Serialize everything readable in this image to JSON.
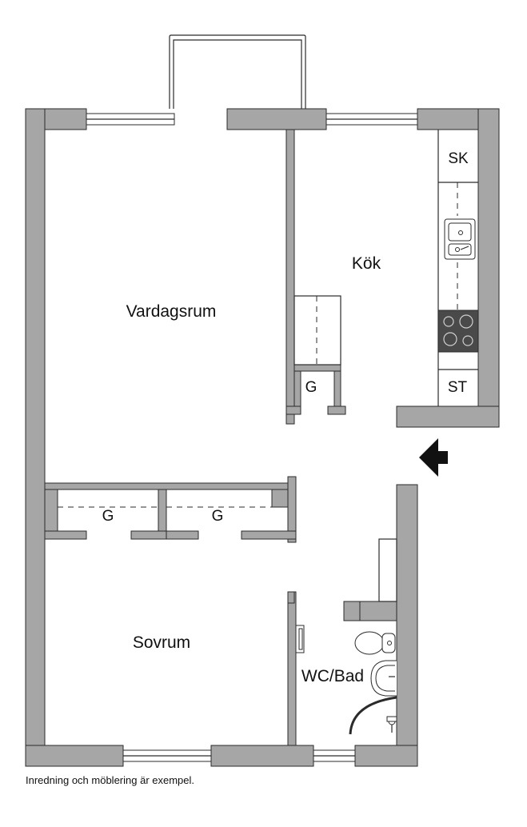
{
  "rooms": {
    "living": "Vardagsrum",
    "kitchen": "Kök",
    "bedroom": "Sovrum",
    "bathroom": "WC/Bad",
    "closet_1": "G",
    "closet_2": "G",
    "closet_3": "G"
  },
  "kitchen_units": {
    "fridge": "SK",
    "stove_cabinet": "ST"
  },
  "caption": "Inredning och möblering är exempel.",
  "colors": {
    "wall_fill": "#a6a6a6",
    "line": "#2b2b2b",
    "stove": "#4a4a4a"
  },
  "icons": [
    "entrance-arrow-icon",
    "sink-icon",
    "stove-icon",
    "toilet-icon",
    "washbasin-icon"
  ]
}
